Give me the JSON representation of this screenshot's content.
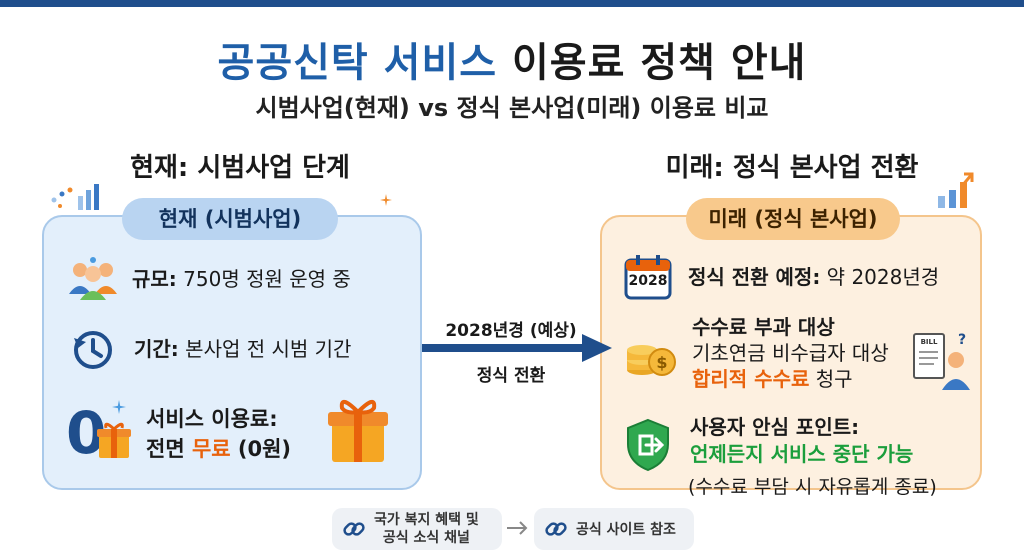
{
  "header": {
    "title_highlight": "공공신탁 서비스",
    "title_rest": " 이용료 정책 안내",
    "subtitle": "시범사업(현재) vs 정식 본사업(미래) 이용료 비교"
  },
  "left": {
    "heading": "현재: 시범사업 단계",
    "pill": "현재 (시범사업)",
    "scale_label": "규모:",
    "scale_value": " 750명 정원 운영 중",
    "period_label": "기간:",
    "period_value": " 본사업 전 시범 기간",
    "fee_line1": "서비스 이용료:",
    "fee_prefix": "전면 ",
    "fee_free": "무료",
    "fee_suffix": " (0원)",
    "zero_icon_text": "0"
  },
  "transition": {
    "top_label": "2028년경 (예상)",
    "bottom_label": "정식 전환"
  },
  "right": {
    "heading": "미래: 정식 본사업 전환",
    "pill": "미래 (정식 본사업)",
    "calendar_text": "2028",
    "schedule_label": "정식 전환 예정:",
    "schedule_value": " 약 2028년경",
    "fee_target_label": "수수료 부과 대상",
    "fee_target_line2": "기초연금 비수급자 대상",
    "fee_target_hl": "합리적 수수료",
    "fee_target_suffix": " 청구",
    "bill_text": "BILL",
    "safety_label": "사용자 안심 포인트:",
    "safety_hl": "언제든지 서비스 중단 가능",
    "safety_note": "(수수료 부담 시 자유롭게 종료)"
  },
  "footer": {
    "source_line1": "국가 복지 혜택 및",
    "source_line2": "공식 소식 채널",
    "link_label": "공식 사이트 참조"
  },
  "colors": {
    "brand_blue": "#1f5fa8",
    "free_orange": "#e8620c",
    "safety_green": "#1b9e3c",
    "arrow_blue": "#1f4e8c"
  }
}
